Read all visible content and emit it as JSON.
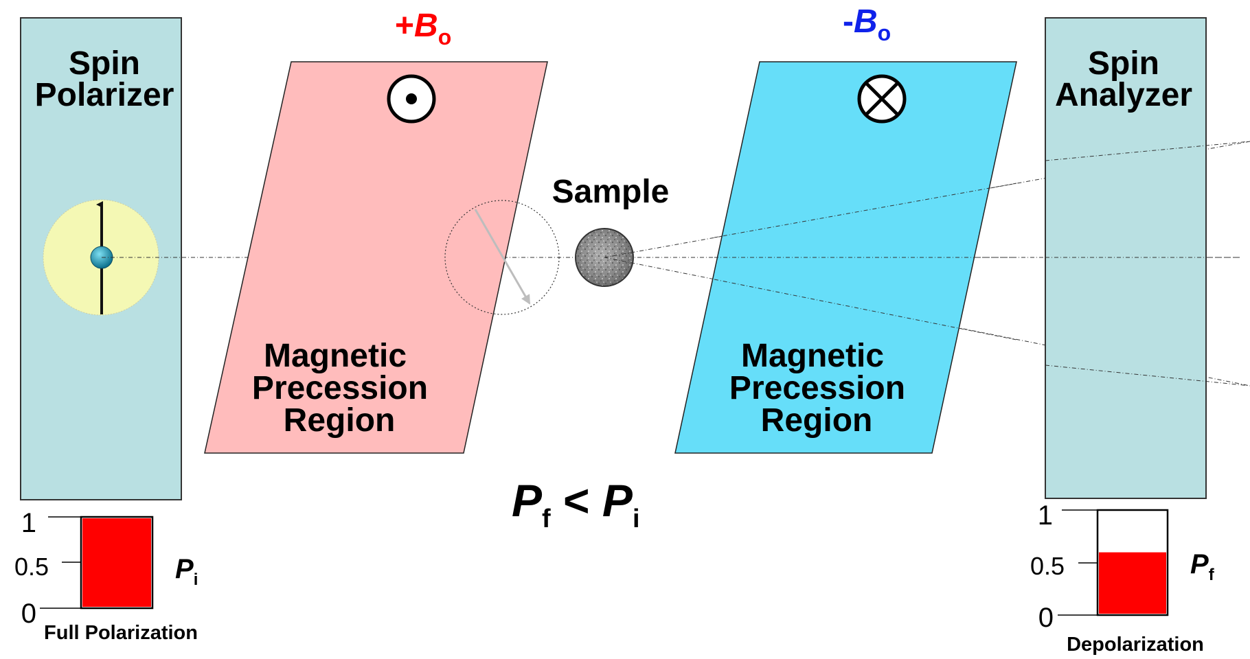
{
  "colors": {
    "panel_fill": "#b9e0e2",
    "panel_stroke": "#333333",
    "pos_region_fill": "#ffbcbc",
    "neg_region_fill": "#66def9",
    "pos_field_color": "#ff0000",
    "neg_field_color": "#0f22ea",
    "bar_fill": "#ff0000",
    "spin_disc_fill": "#f4f8b4",
    "spin_dot_fill": "#1a8fb0"
  },
  "polarizer": {
    "title_line1": "Spin",
    "title_line2": "Polarizer"
  },
  "analyzer": {
    "title_line1": "Spin",
    "title_line2": "Analyzer"
  },
  "pos_field": {
    "sign": "+",
    "symbol": "B",
    "subscript": "o",
    "direction_icon": "out-of-page-icon"
  },
  "neg_field": {
    "sign": "-",
    "symbol": "B",
    "subscript": "o",
    "direction_icon": "into-page-icon"
  },
  "region_left": {
    "line1": "Magnetic",
    "line2": "Precession",
    "line3": "Region"
  },
  "region_right": {
    "line1": "Magnetic",
    "line2": "Precession",
    "line3": "Region"
  },
  "sample": {
    "label": "Sample"
  },
  "relation": {
    "p": "P",
    "f": "f",
    "op": " < ",
    "p2": "P",
    "i": "i"
  },
  "initial_bar": {
    "ticks": [
      "1",
      "0.5",
      "0"
    ],
    "value": 1.0,
    "label_main": "P",
    "label_sub": "i",
    "caption": "Full Polarization"
  },
  "final_bar": {
    "ticks": [
      "1",
      "0.5",
      "0"
    ],
    "value": 0.6,
    "label_main": "P",
    "label_sub": "f",
    "caption": "Depolarization"
  }
}
